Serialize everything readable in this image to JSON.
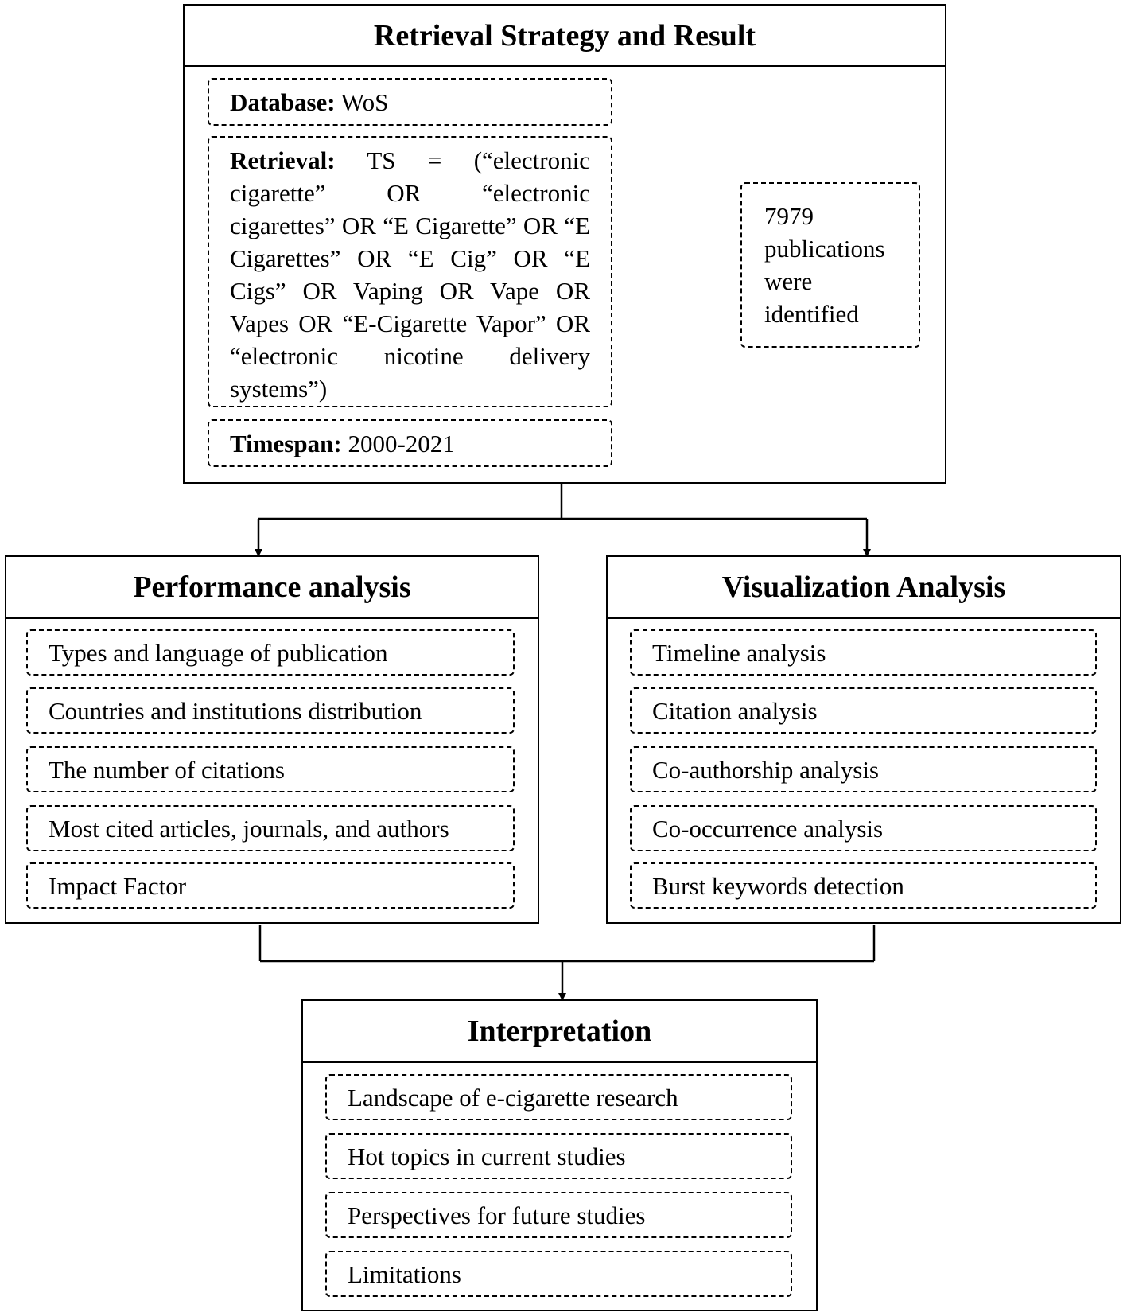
{
  "retrieval": {
    "title": "Retrieval Strategy and Result",
    "database_label": "Database:",
    "database_value": " WoS",
    "retrieval_label": "Retrieval:",
    "retrieval_value": " TS = (“electronic cigarette” OR “electronic cigarettes” OR “E Cigarette” OR “E Cigarettes” OR “E Cig” OR “E Cigs” OR Vaping OR Vape OR Vapes OR “E-Cigarette Vapor” OR “electronic nicotine delivery systems”)",
    "timespan_label": "Timespan:",
    "timespan_value": " 2000-2021",
    "result": "7979 publications were identified"
  },
  "performance": {
    "title": "Performance analysis",
    "items": [
      "Types and language of publication",
      "Countries and institutions distribution",
      "The number of citations",
      "Most cited articles, journals, and authors",
      "Impact Factor"
    ]
  },
  "visualization": {
    "title": "Visualization Analysis",
    "items": [
      "Timeline analysis",
      "Citation analysis",
      "Co-authorship analysis",
      "Co-occurrence analysis",
      "Burst keywords detection"
    ]
  },
  "interpretation": {
    "title": "Interpretation",
    "items": [
      "Landscape of e-cigarette research",
      "Hot topics in current studies",
      "Perspectives for future studies",
      "Limitations"
    ]
  }
}
